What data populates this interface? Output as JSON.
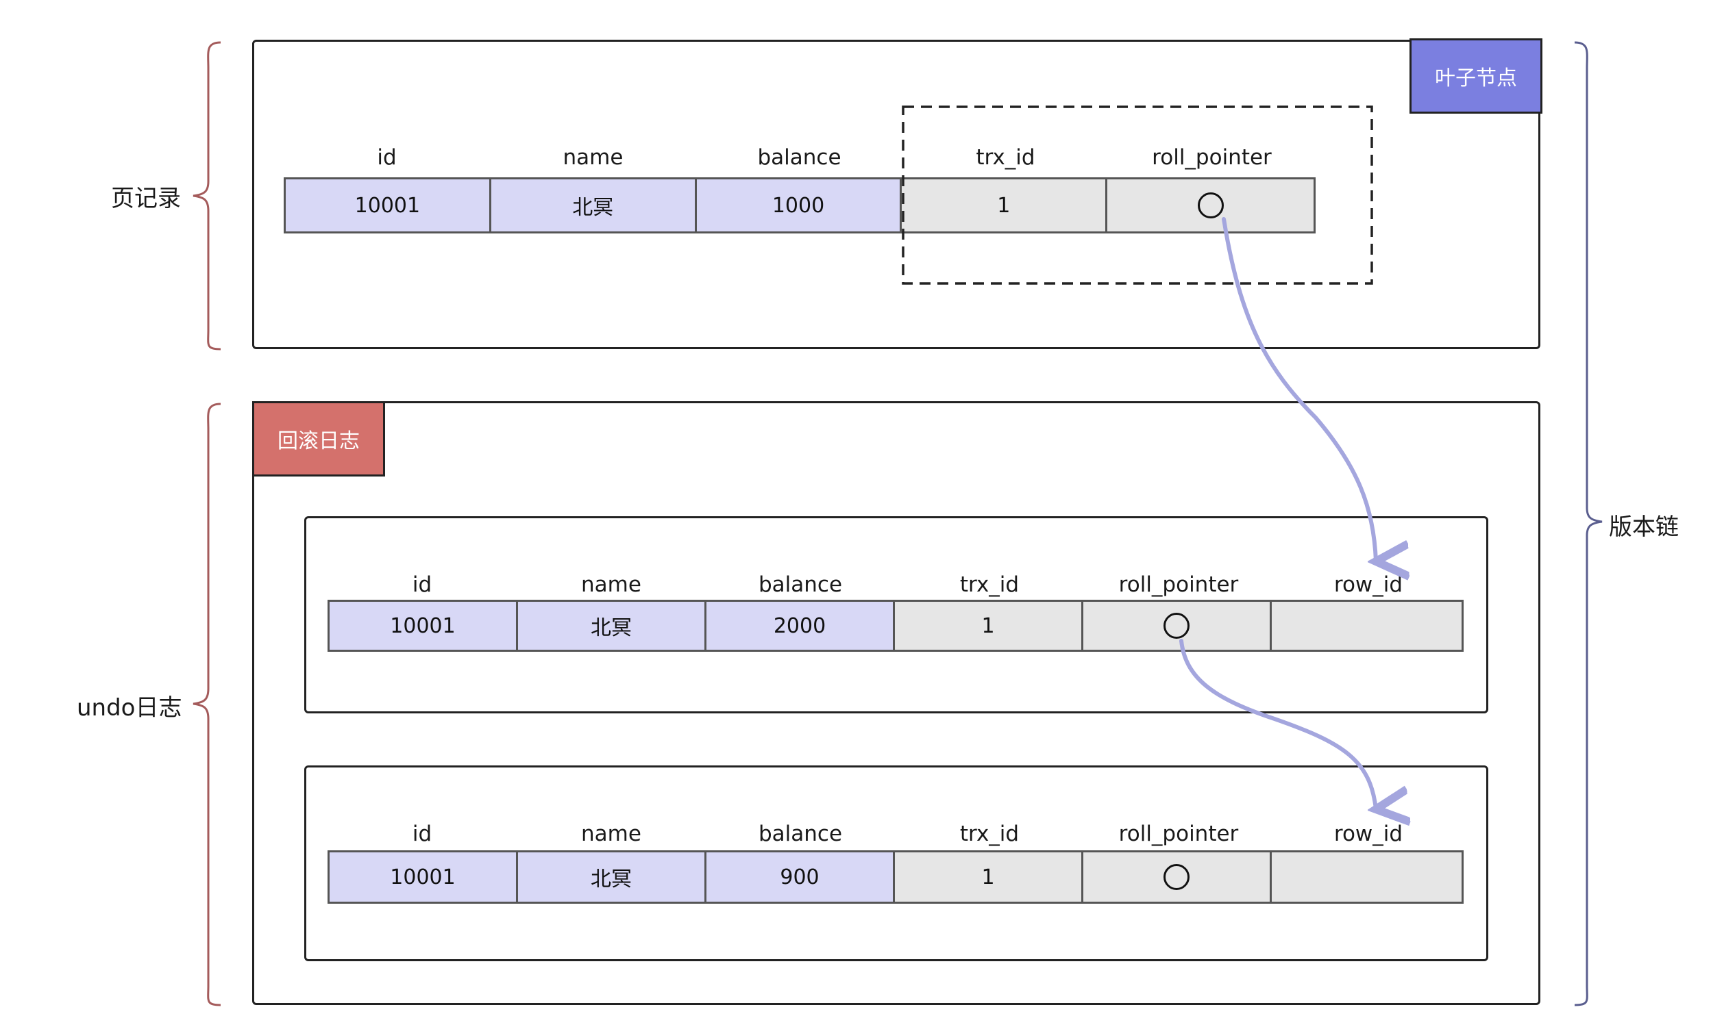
{
  "labels": {
    "page_record": "页记录",
    "undo_log": "undo日志",
    "version_chain": "版本链",
    "leaf_node": "叶子节点",
    "rollback_log": "回滚日志"
  },
  "colors": {
    "key_cell": "#d8d8f6",
    "sys_cell": "#e6e6e6",
    "leaf_tag": "#7b7fe0",
    "rollback_tag": "#d4716c",
    "arrow": "#a4a6de",
    "brace_left": "#a45b5b",
    "brace_right": "#5a5e8f"
  },
  "page_record": {
    "headers": [
      "id",
      "name",
      "balance",
      "trx_id",
      "roll_pointer"
    ],
    "values": [
      "10001",
      "北冥",
      "1000",
      "1",
      ""
    ]
  },
  "undo_1": {
    "headers": [
      "id",
      "name",
      "balance",
      "trx_id",
      "roll_pointer",
      "row_id"
    ],
    "values": [
      "10001",
      "北冥",
      "2000",
      "1",
      "",
      ""
    ]
  },
  "undo_2": {
    "headers": [
      "id",
      "name",
      "balance",
      "trx_id",
      "roll_pointer",
      "row_id"
    ],
    "values": [
      "10001",
      "北冥",
      "900",
      "1",
      "",
      ""
    ]
  }
}
